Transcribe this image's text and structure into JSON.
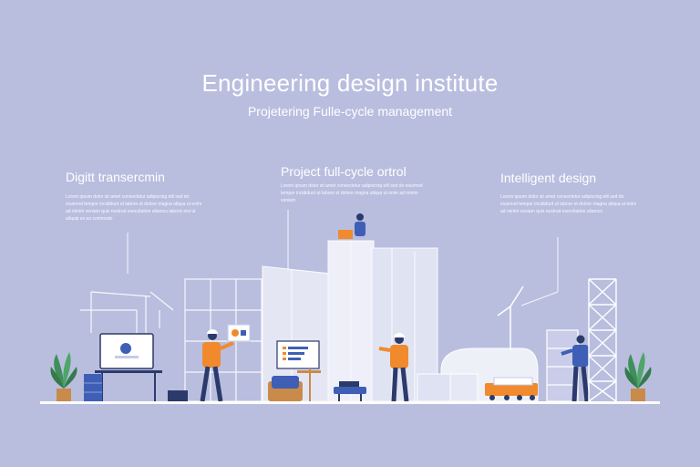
{
  "header": {
    "title": "Engineering design institute",
    "subtitle": "Projetering Fulle-cycle management"
  },
  "columns": [
    {
      "title": "Digitt transercmin",
      "body": "Lorem ipsum dolor sit amet consectetur adipiscing elit sed do eiusmod tempor incididunt ut labore et dolore magna aliqua ut enim ad minim veniam quis nostrud exercitation ullamco laboris nisi ut aliquip ex ea commodo"
    },
    {
      "title": "Project full-cycle ortrol",
      "body": "Lorem ipsum dolor sit amet consectetur adipiscing elit sed do eiusmod tempor incididunt ut labore et dolore magna aliqua ut enim ad minim veniam"
    },
    {
      "title": "Intelligent design",
      "body": "Lorem ipsum dolor sit amet consectetur adipiscing elit sed do eiusmod tempor incididunt ut labore et dolore magna aliqua ut enim ad minim veniam quis nostrud exercitation ullamco"
    }
  ],
  "colors": {
    "background": "#b9bedf",
    "orange": "#f08a2c",
    "navy": "#2c3a6b",
    "blue": "#3e5fb5",
    "plant": "#3f8f5a",
    "pot": "#c98a4a"
  },
  "icons": [
    "plant-icon",
    "worker-icon",
    "computer-icon",
    "building-icon",
    "crane-icon",
    "tower-icon",
    "sofa-icon",
    "tank-icon",
    "cart-icon"
  ]
}
